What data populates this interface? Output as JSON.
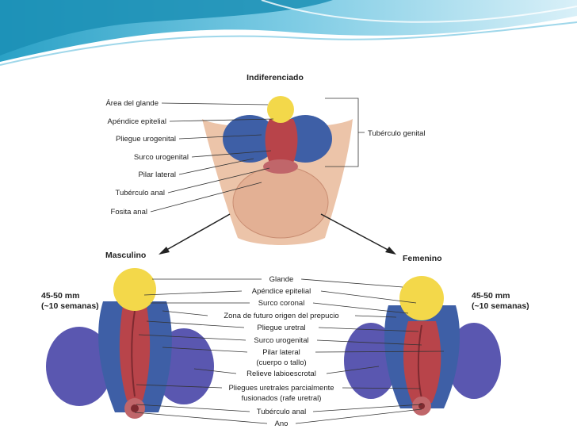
{
  "colors": {
    "header_dark": "#1b8fb5",
    "header_light": "#bfe6f3",
    "glans_yellow": "#f3d84a",
    "tubercle_blue": "#3e5fa6",
    "swelling_purple": "#5a57b0",
    "fold_red": "#b8444a",
    "skin": "#ecc4a9"
  },
  "diagram": {
    "top_title": "Indiferenciado",
    "top_labels": [
      "Área del glande",
      "Apéndice epitelial",
      "Pliegue urogenital",
      "Surco urogenital",
      "Pilar lateral",
      "Tubérculo anal",
      "Fosita anal"
    ],
    "bracket_label": "Tubérculo genital",
    "male_title": "Masculino",
    "female_title": "Femenino",
    "age_left_1": "45-50 mm",
    "age_left_2": "(~10 semanas)",
    "age_right_1": "45-50 mm",
    "age_right_2": "(~10 semanas)",
    "center_labels": [
      "Glande",
      "Apéndice epitelial",
      "Surco coronal",
      "Zona de futuro origen del prepucio",
      "Pliegue uretral",
      "Surco urogenital",
      "Pilar lateral",
      "(cuerpo o tallo)",
      "Relieve labioescrotal",
      "Pliegues uretrales parcialmente",
      "fusionados (rafe uretral)",
      "Tubérculo anal",
      "Ano"
    ]
  }
}
